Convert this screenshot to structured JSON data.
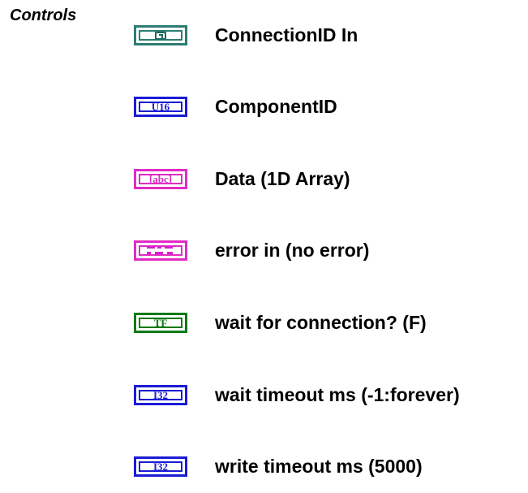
{
  "section": {
    "title": "Controls"
  },
  "colors": {
    "refnum": "#2d7d74",
    "u16": "#1b1bd6",
    "string": "#e02cc4",
    "cluster": "#e02cc4",
    "boolean": "#0f7a17",
    "i32": "#1b1bd6"
  },
  "controls": [
    {
      "terminal_icon": "refnum-terminal-icon",
      "terminal_text": "",
      "label": "ConnectionID In"
    },
    {
      "terminal_icon": "u16-terminal-icon",
      "terminal_text": "U16",
      "label": "ComponentID"
    },
    {
      "terminal_icon": "string-array-terminal-icon",
      "terminal_text": "[abc]",
      "label": "Data (1D Array)"
    },
    {
      "terminal_icon": "error-cluster-terminal-icon",
      "terminal_text": "",
      "label": "error in (no error)"
    },
    {
      "terminal_icon": "boolean-terminal-icon",
      "terminal_text": "TF",
      "label": "wait for connection? (F)"
    },
    {
      "terminal_icon": "i32-terminal-icon",
      "terminal_text": "I32",
      "label": "wait timeout ms (-1:forever)"
    },
    {
      "terminal_icon": "i32-terminal-icon",
      "terminal_text": "I32",
      "label": "write timeout ms (5000)"
    }
  ]
}
